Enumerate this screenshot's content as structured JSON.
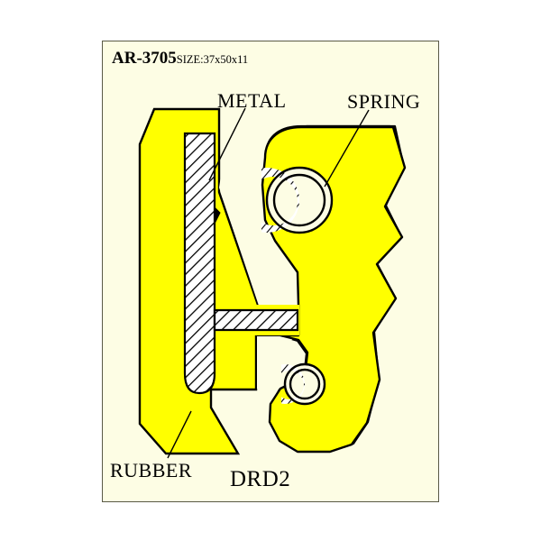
{
  "page": {
    "background": "#ffffff",
    "frame_fill": "#fdfde4",
    "frame_stroke": "#5a5a46"
  },
  "header": {
    "part_code": "AR-3705",
    "size_label": "SIZE:37x50x11"
  },
  "labels": {
    "metal": "METAL",
    "spring": "SPRING",
    "rubber": "RUBBER",
    "drawing_code": "DRD2"
  },
  "materials": {
    "rubber_color": "#ffff00",
    "metal_color": "#ffffff",
    "outline_color": "#000000"
  },
  "components": [
    {
      "name": "rubber-body",
      "material": "rubber",
      "label": "RUBBER"
    },
    {
      "name": "metal-insert",
      "material": "metal",
      "label": "METAL"
    },
    {
      "name": "spring-large",
      "material": "spring",
      "label": "SPRING"
    },
    {
      "name": "spring-small",
      "material": "spring",
      "label": "SPRING"
    }
  ]
}
